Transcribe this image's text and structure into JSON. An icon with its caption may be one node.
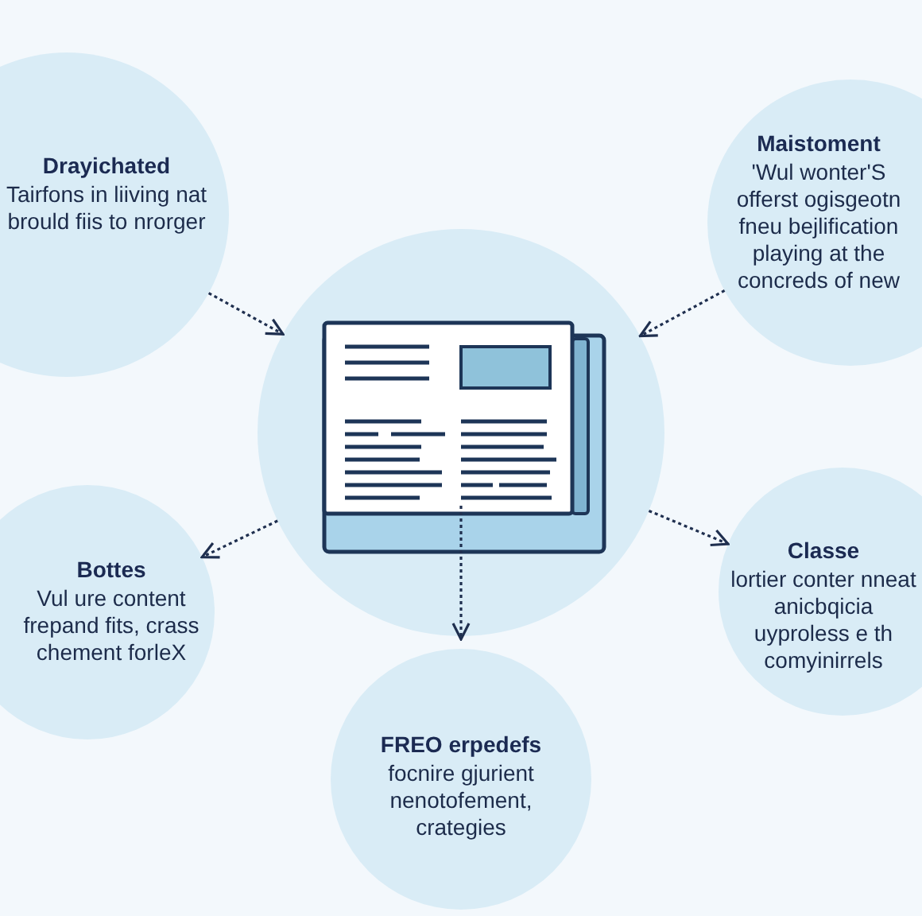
{
  "diagram": {
    "nodes": [
      {
        "text": [],
        "shape": "circle"
      },
      {
        "text": [
          "Drayichated",
          "Tairfons in liiving nat brould fiis to nrorger"
        ]
      },
      {
        "text": [
          "Maistoment",
          "'Wul wonter'S offerst ogisgeotn fneu bejlification playing at the concreds of new"
        ]
      },
      {
        "text": [
          "Bottes",
          "Vul ure content frepand fits, crass chement forleX"
        ]
      },
      {
        "text": [
          "Classe",
          "lortier conter nneat anicbqicia uyproless e th comyinirrels"
        ]
      },
      {
        "text": [
          "FREO erpedefs",
          "focnire gjurient nenotofement, crategies"
        ]
      }
    ],
    "edges": [
      {
        "from": 1,
        "to": 0,
        "arrow": "to",
        "style": "dashed"
      },
      {
        "from": 2,
        "to": 0,
        "arrow": "to",
        "style": "dashed"
      },
      {
        "from": 0,
        "to": 3,
        "arrow": "to",
        "style": "dashed"
      },
      {
        "from": 0,
        "to": 4,
        "arrow": "to",
        "style": "dashed"
      },
      {
        "from": 0,
        "to": 5,
        "arrow": "to",
        "style": "dashed"
      }
    ]
  }
}
